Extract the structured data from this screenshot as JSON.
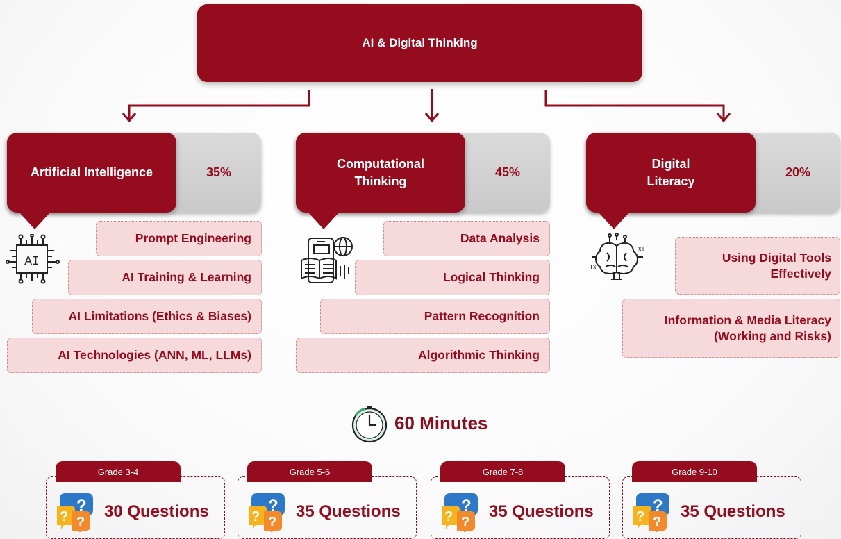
{
  "title": "AI & Digital Thinking",
  "colors": {
    "primary": "#950c1e",
    "topic_bg": "#f5d9db",
    "gray": "#d3d3d3"
  },
  "categories": [
    {
      "name": "Artificial Intelligence",
      "percent": "35%",
      "icon": "ai-chip-icon",
      "topics": [
        "Prompt Engineering",
        "AI Training & Learning",
        "AI Limitations (Ethics & Biases)",
        "AI Technologies (ANN, ML, LLMs)"
      ]
    },
    {
      "name": "Computational Thinking",
      "percent": "45%",
      "icon": "book-globe-icon",
      "topics": [
        "Data Analysis",
        "Logical Thinking",
        "Pattern Recognition",
        "Algorithmic Thinking"
      ]
    },
    {
      "name": "Digital Literacy",
      "percent": "20%",
      "icon": "brain-icon",
      "topics": [
        "Using Digital Tools Effectively",
        "Information & Media Literacy (Working and Risks)"
      ]
    }
  ],
  "duration": {
    "label": "60 Minutes",
    "icon": "stopwatch-icon"
  },
  "grades": [
    {
      "grade": "Grade 3-4",
      "questions": "30 Questions",
      "icon": "question-bubbles-icon"
    },
    {
      "grade": "Grade 5-6",
      "questions": "35 Questions",
      "icon": "question-bubbles-icon"
    },
    {
      "grade": "Grade 7-8",
      "questions": "35 Questions",
      "icon": "question-bubbles-icon"
    },
    {
      "grade": "Grade 9-10",
      "questions": "35 Questions",
      "icon": "question-bubbles-icon"
    }
  ]
}
